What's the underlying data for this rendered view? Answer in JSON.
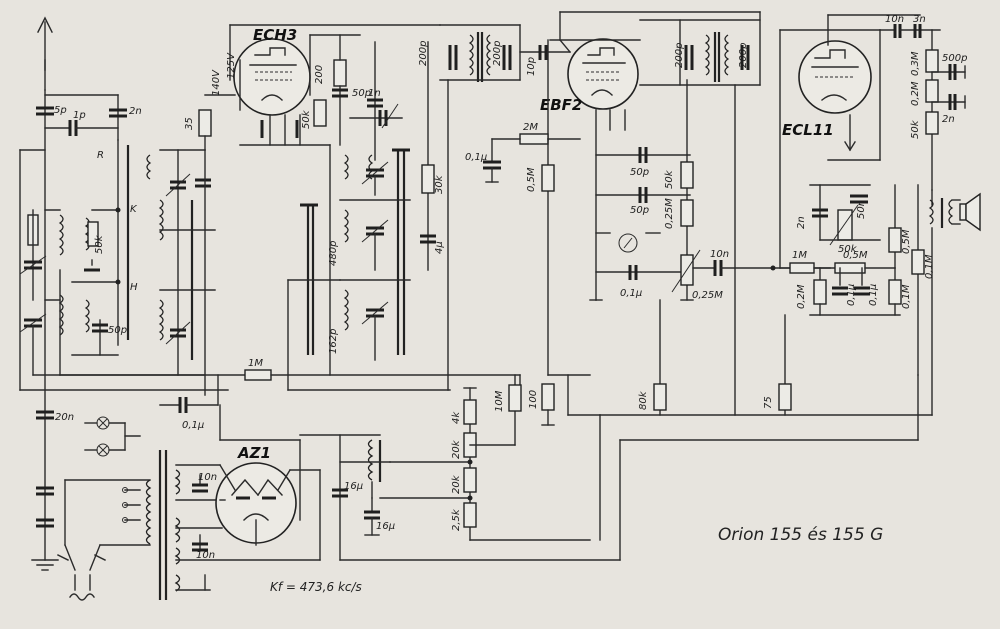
{
  "title": "Orion 155 és 155 G",
  "if_frequency": "Kf = 473,6 kc/s",
  "tubes": {
    "ech3": "ECH3",
    "ebf2": "EBF2",
    "ecl11": "ECL11",
    "az1": "AZ1"
  },
  "labels": {
    "c_5p": "5p",
    "c_2n_a": "2n",
    "c_1p": "1p",
    "c_20n": "20n",
    "c_50p_a": "50p",
    "r_50k_a": "50k",
    "r_35": "35",
    "v_140": "140V",
    "v_125": "125V",
    "r_200": "200",
    "c_50p_b": "50p",
    "r_50k_b": "50k",
    "c_1n": "1n",
    "c_480p": "480p",
    "c_162p": "162p",
    "c_200p_a": "200p",
    "c_200p_b": "200p",
    "r_30k": "30k",
    "c_4u": "4µ",
    "r_2m": "2M",
    "c_01u_a": "0,1µ",
    "r_05m_a": "0,5M",
    "c_10p": "10p",
    "c_50p_c": "50p",
    "r_50k_c": "50k",
    "c_50p_d": "50p",
    "r_025m_a": "0,25M",
    "c_01u_b": "0,1µ",
    "r_025m_b": "0,25M",
    "c_10n_a": "10n",
    "c_200p_c": "200p",
    "c_200p_d": "200p",
    "c_10n_b": "10n",
    "c_3n": "3n",
    "r_03m": "0,3M",
    "c_500p": "500p",
    "r_02m_a": "0,2M",
    "c_2n_b": "2n",
    "r_50k_d": "50k",
    "c_2n_c": "2n",
    "c_50n": "50n",
    "r_50k_e": "50k",
    "r_1m_a": "1M",
    "r_05m_b": "0,5M",
    "r_05m_c": "0,5M",
    "r_02m_b": "0,2M",
    "c_01u_c": "0,1µ",
    "c_01u_d": "0,1µ",
    "r_01m_a": "0,1M",
    "r_01m_b": "0,1M",
    "r_1m_b": "1M",
    "c_01u_e": "0,1µ",
    "r_4k": "4k",
    "r_10m": "10M",
    "r_100": "100",
    "r_80k": "80k",
    "r_75": "75",
    "r_20k_a": "20k",
    "r_20k_b": "20k",
    "r_25k": "2,5k",
    "c_16u_a": "16µ",
    "c_16u_b": "16µ",
    "c_10n_c": "10n",
    "c_10n_d": "10n",
    "coil_r": "R",
    "coil_k": "K",
    "coil_h": "H"
  }
}
